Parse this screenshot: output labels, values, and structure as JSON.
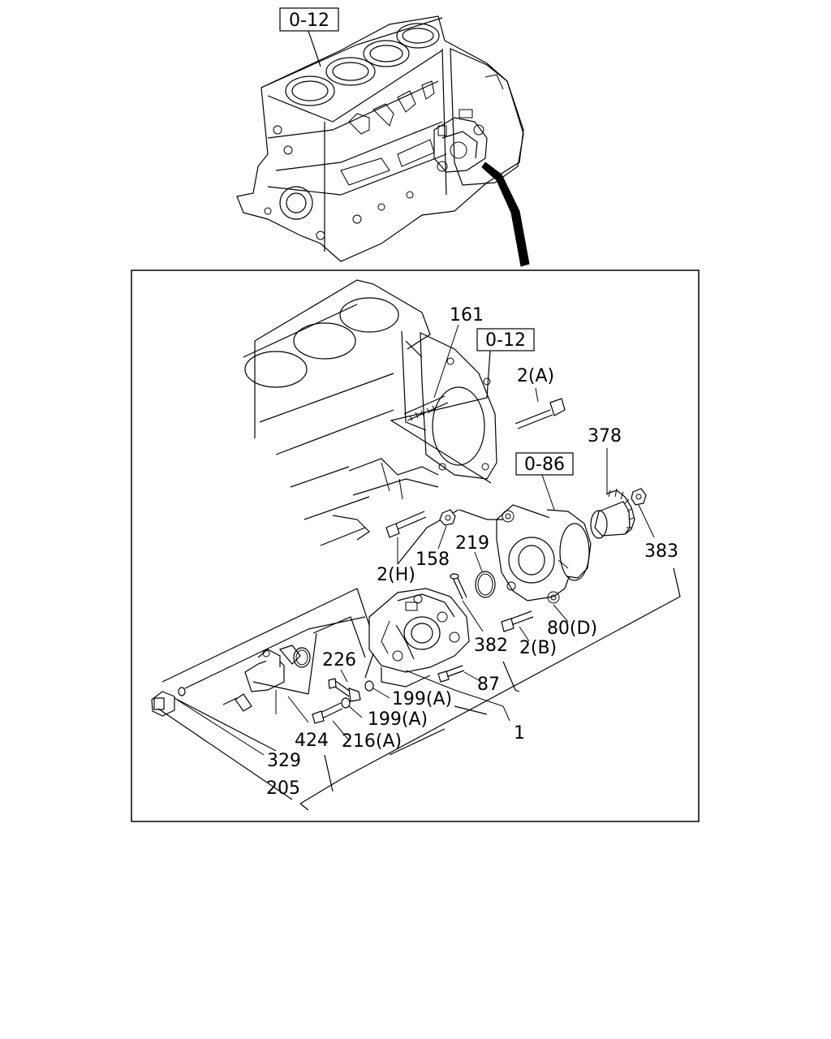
{
  "references": {
    "top_block": "0-12",
    "detail_block": "0-12",
    "housing": "0-86"
  },
  "callouts": {
    "p161": "161",
    "p2a": "2(A)",
    "p378": "378",
    "p383": "383",
    "p158": "158",
    "p219": "219",
    "p2h": "2(H)",
    "p80d": "80(D)",
    "p2b": "2(B)",
    "p382": "382",
    "p226": "226",
    "p87": "87",
    "p199a_1": "199(A)",
    "p199a_2": "199(A)",
    "p1": "1",
    "p424": "424",
    "p216a": "216(A)",
    "p329": "329",
    "p205": "205"
  }
}
